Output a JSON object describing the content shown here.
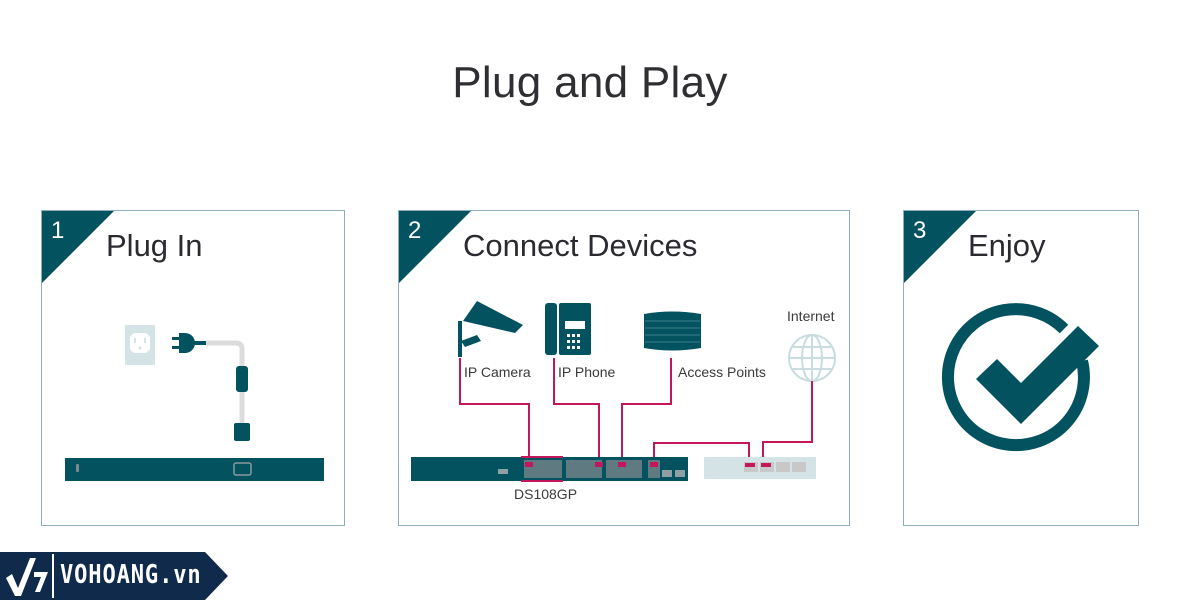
{
  "page": {
    "title": "Plug and Play"
  },
  "colors": {
    "brand": "#02535f",
    "cable": "#c2185b",
    "light": "#d4e3e6",
    "border": "#8fb0ba"
  },
  "steps": [
    {
      "number": "1",
      "title": "Plug In",
      "icons": [
        "wall-outlet-icon",
        "power-plug-icon",
        "power-cable-icon",
        "switch-rear-panel-icon"
      ]
    },
    {
      "number": "2",
      "title": "Connect Devices",
      "devices": [
        {
          "label": "IP Camera",
          "icon": "ip-camera-icon"
        },
        {
          "label": "IP Phone",
          "icon": "ip-phone-icon"
        },
        {
          "label": "Access Points",
          "icon": "access-point-icon"
        },
        {
          "label": "Internet",
          "icon": "globe-icon"
        }
      ],
      "switch_label": "DS108GP"
    },
    {
      "number": "3",
      "title": "Enjoy",
      "icons": [
        "check-circle-icon"
      ]
    }
  ],
  "watermark": {
    "text": "VOHOANG.vn",
    "icon": "vh-logo-icon"
  }
}
